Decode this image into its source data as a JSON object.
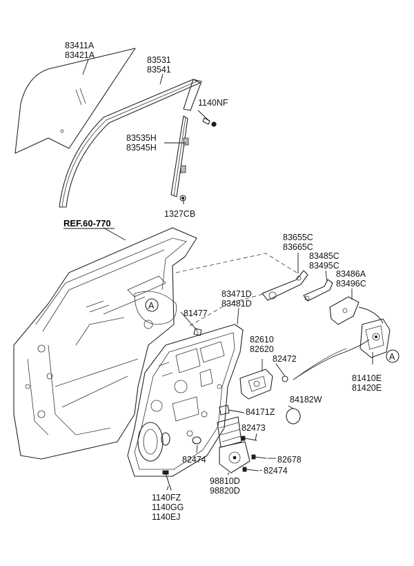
{
  "diagram": {
    "reference": "REF.60-770",
    "callout_marker": "A",
    "part_labels": {
      "glass": [
        "83411A",
        "83421A"
      ],
      "channel_upper": [
        "83531",
        "83541"
      ],
      "bolt_1140nf": [
        "1140NF"
      ],
      "channel_lower": [
        "83535H",
        "83545H"
      ],
      "nut_1327cb": [
        "1327CB"
      ],
      "rod_upper": [
        "83655C",
        "83665C"
      ],
      "rod_mid": [
        "83485C",
        "83495C"
      ],
      "rod_lower": [
        "83486A",
        "83496C"
      ],
      "bolt_81477": [
        "81477"
      ],
      "module_panel": [
        "83471D",
        "83481D"
      ],
      "handle": [
        "82610",
        "82620"
      ],
      "clip_82472": [
        "82472"
      ],
      "plug_84182w": [
        "84182W"
      ],
      "pad_84171z": [
        "84171Z"
      ],
      "latch": [
        "81410E",
        "81420E"
      ],
      "screw_82473": [
        "82473"
      ],
      "washer_82474_left": [
        "82474"
      ],
      "screw_82678": [
        "82678"
      ],
      "screw_82474_right": [
        "82474"
      ],
      "motor": [
        "98810D",
        "98820D"
      ],
      "bolts_left": [
        "1140FZ",
        "1140GG",
        "1140EJ"
      ]
    }
  }
}
